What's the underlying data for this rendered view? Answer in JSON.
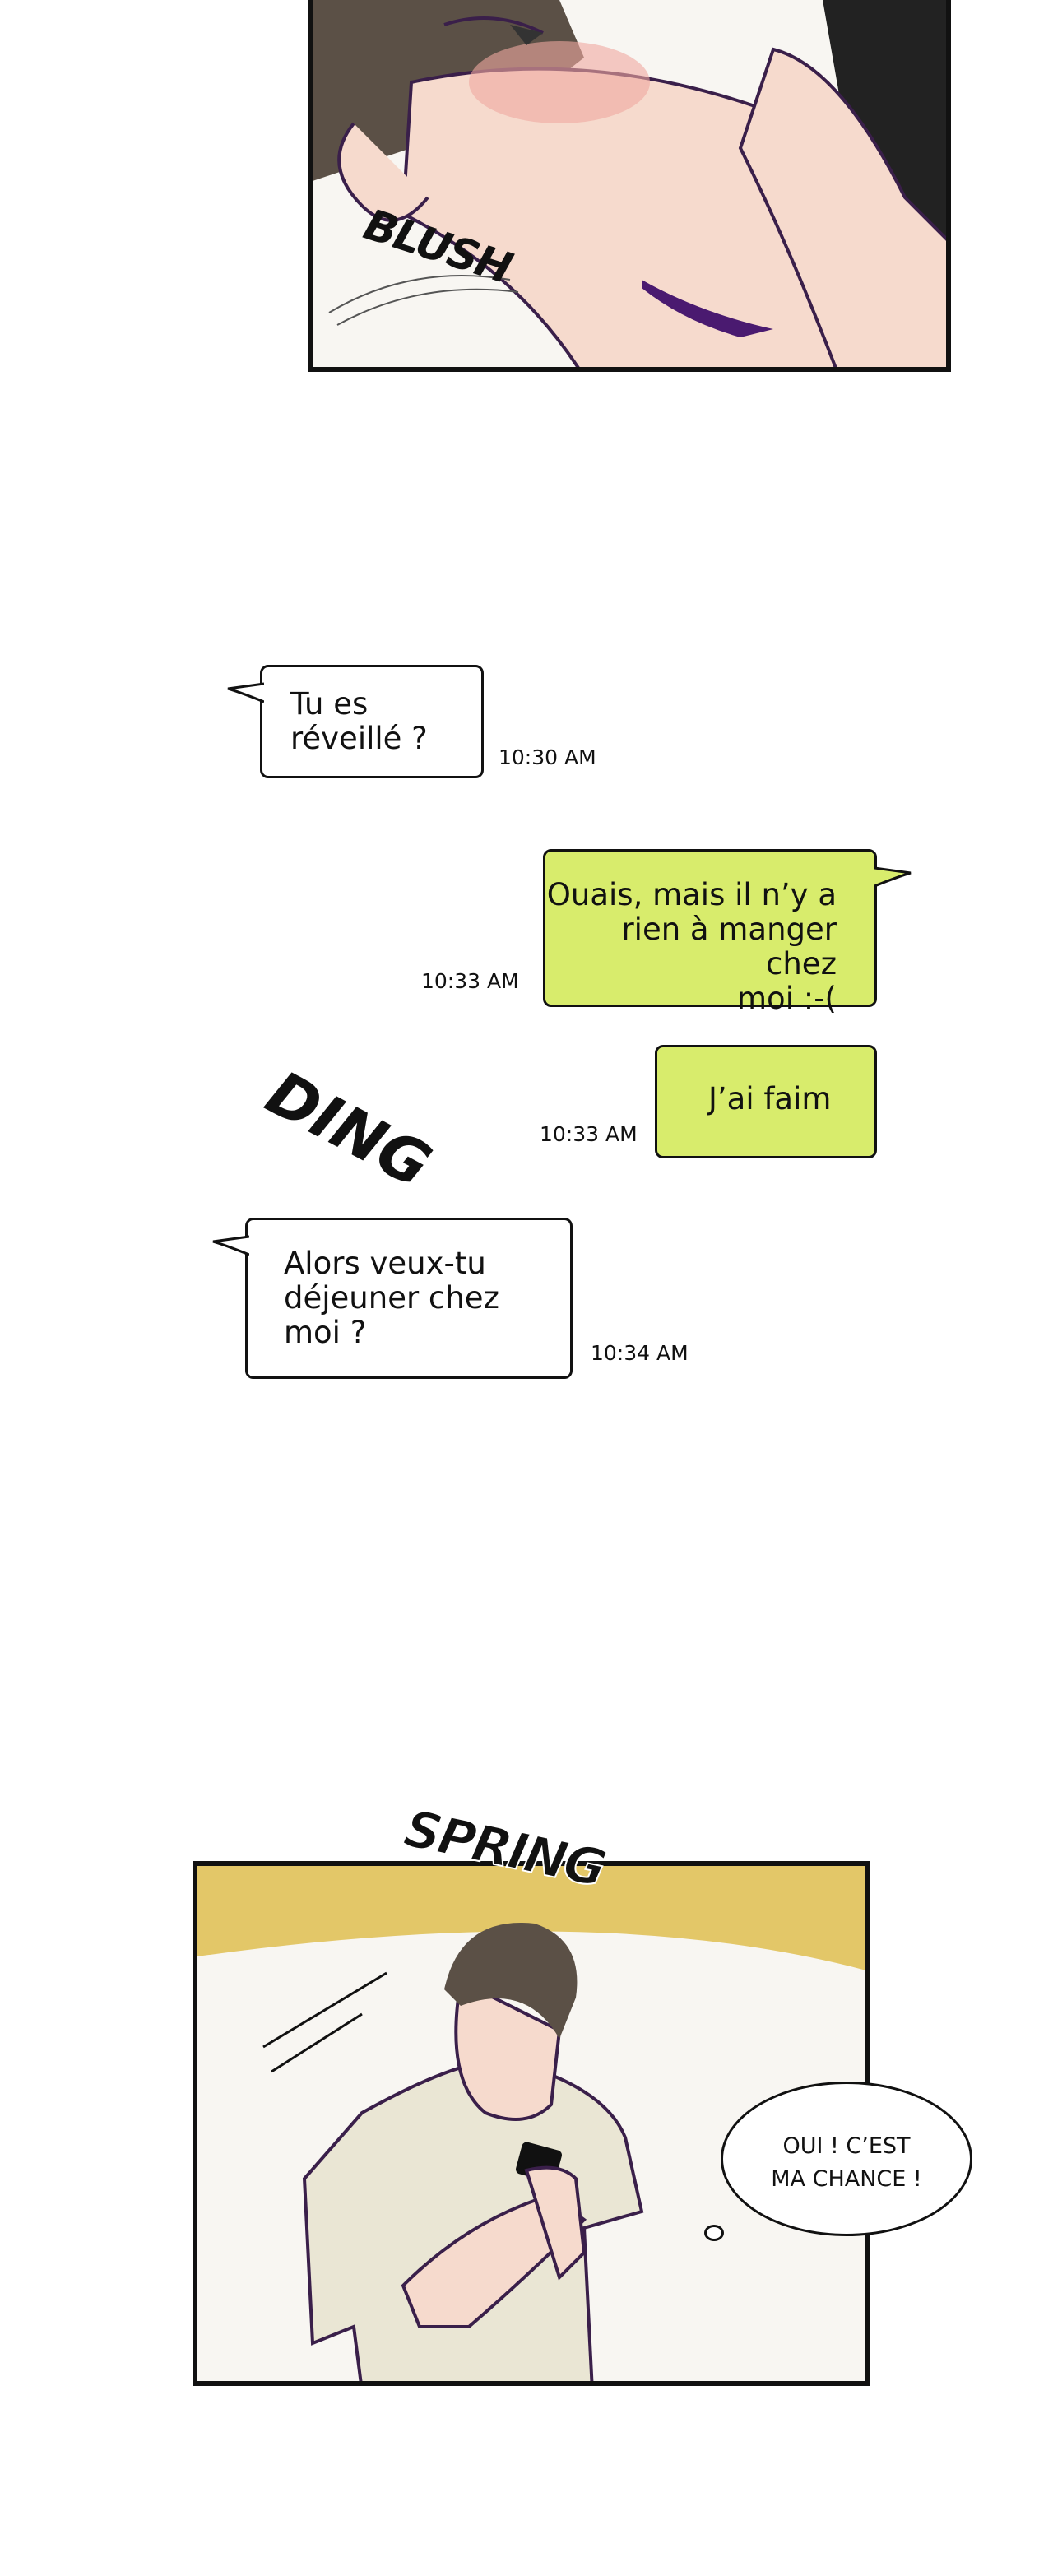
{
  "panel_top": {
    "sfx": "BLUSH"
  },
  "messages": [
    {
      "text_lines": [
        "Tu es",
        "réveillé ?"
      ],
      "time": "10:30 AM",
      "side": "received"
    },
    {
      "text_lines": [
        "Ouais, mais il n’y a",
        "rien à manger chez",
        "moi :-("
      ],
      "time": "10:33 AM",
      "side": "sent"
    },
    {
      "text_lines": [
        "J’ai faim"
      ],
      "time": "10:33 AM",
      "side": "sent"
    },
    {
      "text_lines": [
        "Alors veux-tu",
        "déjeuner chez",
        "moi ?"
      ],
      "time": "10:34 AM",
      "side": "received"
    }
  ],
  "sfx_ding": "DING",
  "panel_bottom": {
    "sfx": "SPRING",
    "thought_lines": [
      "OUI ! C’EST",
      "MA CHANCE !"
    ]
  },
  "colors": {
    "sent_bubble": "#d8ec6c",
    "received_bubble": "#ffffff",
    "panel_yellow": "#e3c768"
  }
}
